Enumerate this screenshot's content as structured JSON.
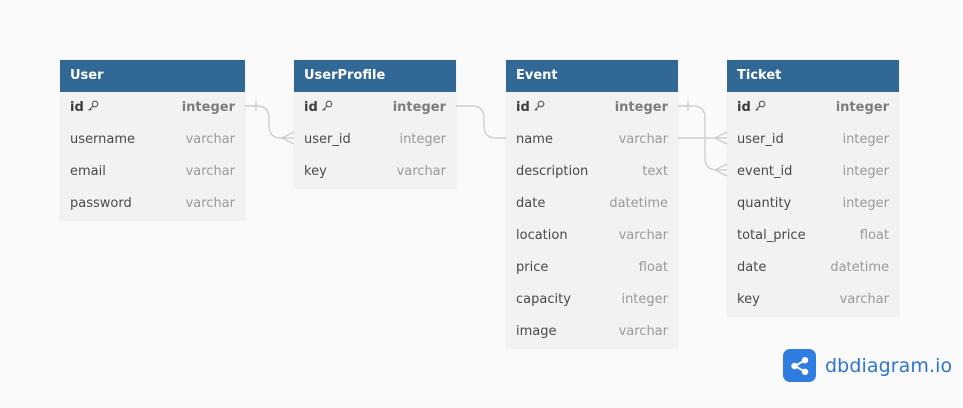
{
  "colors": {
    "background": "#fafafa",
    "header": "#316896",
    "header_text": "#ffffff",
    "table_body": "#f2f2f2",
    "connector": "#c8c8c8",
    "brand": "#2e75cf"
  },
  "tables": [
    {
      "name": "User",
      "columns": [
        {
          "name": "id",
          "type": "integer",
          "pk": true
        },
        {
          "name": "username",
          "type": "varchar"
        },
        {
          "name": "email",
          "type": "varchar"
        },
        {
          "name": "password",
          "type": "varchar"
        }
      ]
    },
    {
      "name": "UserProfile",
      "columns": [
        {
          "name": "id",
          "type": "integer",
          "pk": true
        },
        {
          "name": "user_id",
          "type": "integer"
        },
        {
          "name": "key",
          "type": "varchar"
        }
      ]
    },
    {
      "name": "Event",
      "columns": [
        {
          "name": "id",
          "type": "integer",
          "pk": true
        },
        {
          "name": "name",
          "type": "varchar"
        },
        {
          "name": "description",
          "type": "text"
        },
        {
          "name": "date",
          "type": "datetime"
        },
        {
          "name": "location",
          "type": "varchar"
        },
        {
          "name": "price",
          "type": "float"
        },
        {
          "name": "capacity",
          "type": "integer"
        },
        {
          "name": "image",
          "type": "varchar"
        }
      ]
    },
    {
      "name": "Ticket",
      "columns": [
        {
          "name": "id",
          "type": "integer",
          "pk": true
        },
        {
          "name": "user_id",
          "type": "integer"
        },
        {
          "name": "event_id",
          "type": "integer"
        },
        {
          "name": "quantity",
          "type": "integer"
        },
        {
          "name": "total_price",
          "type": "float"
        },
        {
          "name": "date",
          "type": "datetime"
        },
        {
          "name": "key",
          "type": "varchar"
        }
      ]
    }
  ],
  "relationships": [
    {
      "from": "User.id",
      "to": "UserProfile.user_id",
      "cardinality": "one-to-many"
    },
    {
      "from": "UserProfile.id",
      "to": "Event.name",
      "cardinality": "one-to-one"
    },
    {
      "from": "Event.id",
      "to": "Ticket.event_id",
      "cardinality": "one-to-many"
    },
    {
      "from": "Event.name",
      "to": "Ticket.user_id",
      "cardinality": "one-to-many"
    }
  ],
  "brand": {
    "text": "dbdiagram.io",
    "icon": "share-nodes-icon"
  }
}
